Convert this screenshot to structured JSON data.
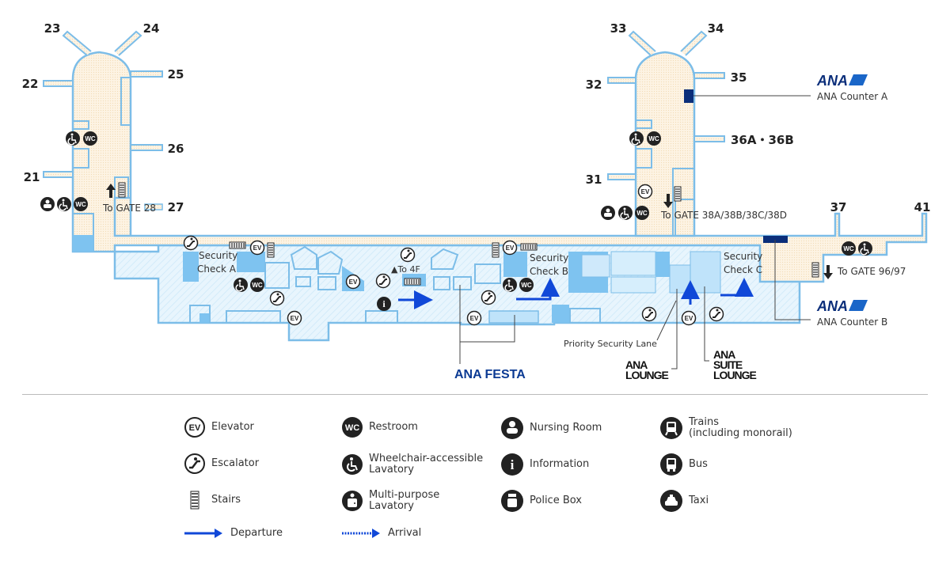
{
  "colors": {
    "gate_area": "#fdf3e3",
    "main_hall": "#e6f4fd",
    "wall": "#7cbde8",
    "room_dark": "#7ec3f0",
    "lounge": "#bfe3fa",
    "ana_counter": "#0b2e7a",
    "departure_arrow": "#1048d8",
    "icon_dark": "#222222"
  },
  "gates": {
    "g21": "21",
    "g22": "22",
    "g23": "23",
    "g24": "24",
    "g25": "25",
    "g26": "26",
    "g27": "27",
    "g31": "31",
    "g32": "32",
    "g33": "33",
    "g34": "34",
    "g35": "35",
    "g36": "36A・36B",
    "g37": "37",
    "g41": "41"
  },
  "labels": {
    "to_gate_28": "To GATE 28",
    "to_gate_38": "To GATE 38A/38B/38C/38D",
    "to_gate_96": "To GATE 96/97",
    "to_4f": "▲To 4F",
    "security_a_1": "Security",
    "security_a_2": "Check  A",
    "security_b_1": "Security",
    "security_b_2": "Check B",
    "security_c_1": "Security",
    "security_c_2": "Check C",
    "priority_lane": "Priority Security Lane",
    "ana_logo": "ANA",
    "ana_counter_a": "ANA Counter A",
    "ana_counter_b": "ANA Counter B",
    "ana_festa": "ANA FESTA",
    "ana_lounge_1": "ANA",
    "ana_lounge_2": "LOUNGE",
    "ana_suite_1": "ANA",
    "ana_suite_2": "SUITE",
    "ana_suite_3": "LOUNGE"
  },
  "icon_text": {
    "ev": "EV",
    "wc": "WC",
    "info": "i"
  },
  "legend": [
    {
      "icon": "elevator-icon",
      "label": "Elevator"
    },
    {
      "icon": "restroom-icon",
      "label": "Restroom"
    },
    {
      "icon": "nursing-room-icon",
      "label": "Nursing Room"
    },
    {
      "icon": "train-icon",
      "label": "Trains",
      "label2": " (including monorail)"
    },
    {
      "icon": "escalator-icon",
      "label": "Escalator"
    },
    {
      "icon": "wheelchair-icon",
      "label": "Wheelchair-accessible",
      "label2": "Lavatory"
    },
    {
      "icon": "information-icon",
      "label": "Information"
    },
    {
      "icon": "bus-icon",
      "label": "Bus"
    },
    {
      "icon": "stairs-icon",
      "label": "Stairs"
    },
    {
      "icon": "multipurpose-lavatory-icon",
      "label": "Multi-purpose",
      "label2": "Lavatory"
    },
    {
      "icon": "police-box-icon",
      "label": "Police Box"
    },
    {
      "icon": "taxi-icon",
      "label": "Taxi"
    },
    {
      "icon": "departure-arrow-icon",
      "label": "Departure"
    },
    {
      "icon": "arrival-arrow-icon",
      "label": "Arrival"
    }
  ]
}
